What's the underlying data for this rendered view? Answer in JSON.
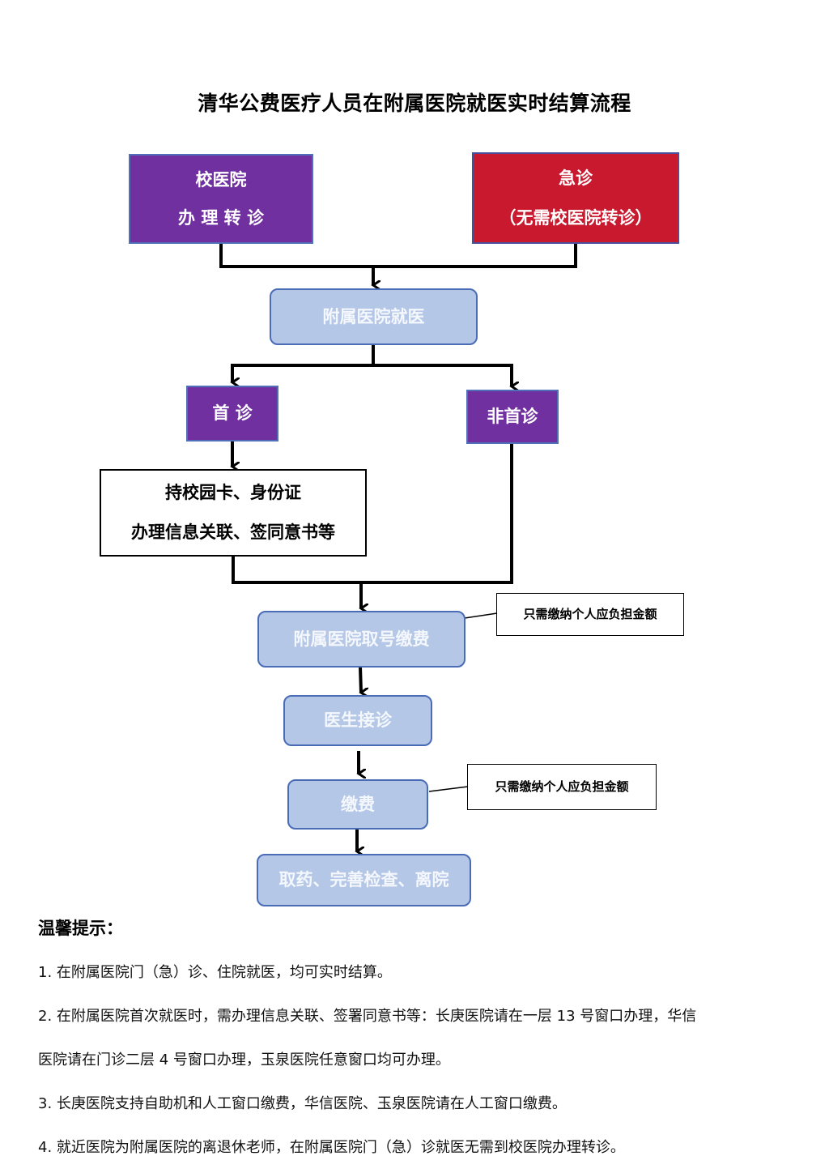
{
  "title": "清华公费医疗人员在附属医院就医实时结算流程",
  "flow": {
    "school_hospital": {
      "line1": "校医院",
      "line2": "办 理 转 诊"
    },
    "emergency": {
      "line1": "急诊",
      "line2": "（无需校医院转诊）"
    },
    "affiliated_visit": {
      "label": "附属医院就医"
    },
    "first_visit": {
      "label": "首 诊"
    },
    "non_first_visit": {
      "label": "非首诊"
    },
    "registration_info": {
      "line1": "持校园卡、身份证",
      "line2": "办理信息关联、签同意书等"
    },
    "register_pay": {
      "label": "附属医院取号缴费"
    },
    "register_note": {
      "label": "只需缴纳个人应负担金额"
    },
    "doctor_visit": {
      "label": "医生接诊"
    },
    "payment": {
      "label": "缴费"
    },
    "payment_note": {
      "label": "只需缴纳个人应负担金额"
    },
    "final_step": {
      "label": "取药、完善检查、离院"
    }
  },
  "colors": {
    "purple": "#7030a0",
    "red": "#c8192e",
    "light_blue": "#b4c7e7",
    "blue_border": "#4a6cb7"
  },
  "tips": {
    "heading": "温馨提示：",
    "items": [
      "1. 在附属医院门（急）诊、住院就医，均可实时结算。",
      "2. 在附属医院首次就医时，需办理信息关联、签署同意书等：长庚医院请在一层 13 号窗口办理，华信",
      "医院请在门诊二层 4 号窗口办理，玉泉医院任意窗口均可办理。",
      "3. 长庚医院支持自助机和人工窗口缴费，华信医院、玉泉医院请在人工窗口缴费。",
      "4. 就近医院为附属医院的离退休老师，在附属医院门（急）诊就医无需到校医院办理转诊。"
    ]
  }
}
